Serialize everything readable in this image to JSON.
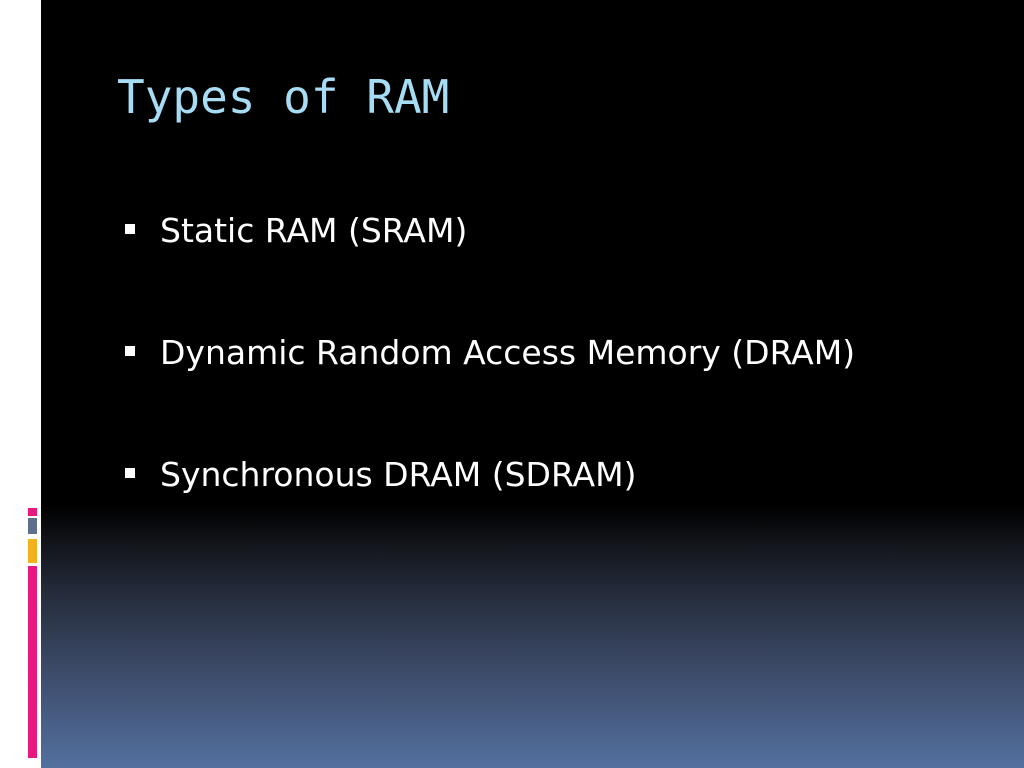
{
  "slide": {
    "title": "Types of RAM",
    "bullets": [
      {
        "text": "Static RAM (SRAM)"
      },
      {
        "text": "Dynamic Random Access Memory (DRAM)"
      },
      {
        "text": "Synchronous DRAM (SDRAM)"
      }
    ]
  },
  "colors": {
    "title": "#a7dcf5",
    "background_top": "#000000",
    "background_bottom": "#53709f",
    "accent_pink": "#e8197e",
    "accent_yellow": "#f2b21b",
    "accent_slate": "#5e6f8c"
  }
}
